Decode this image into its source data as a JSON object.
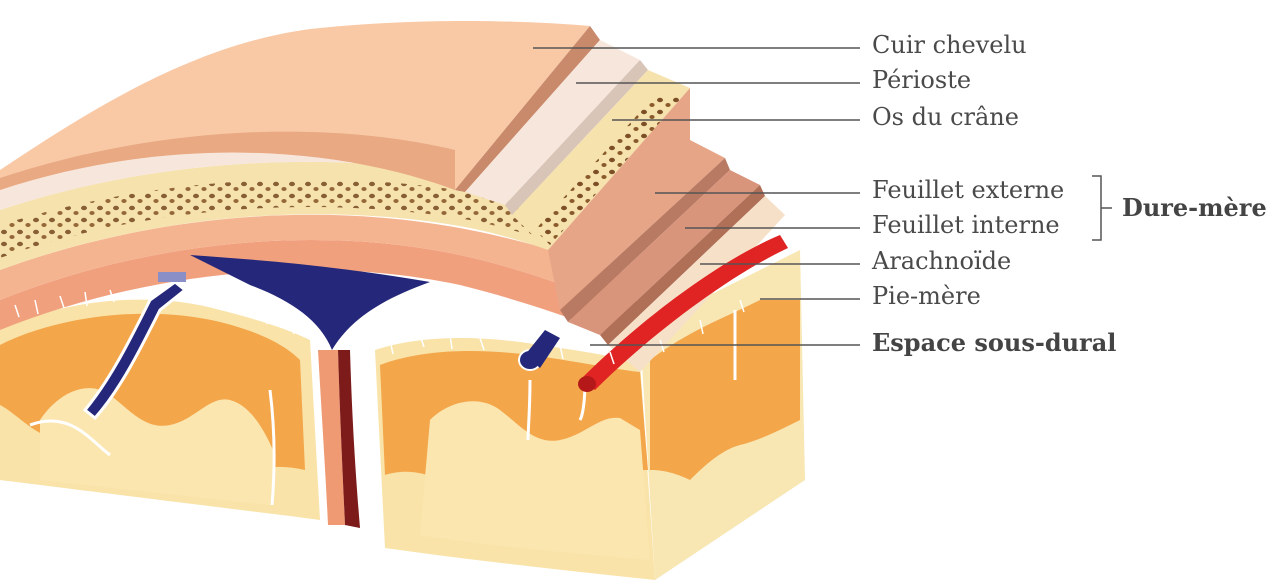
{
  "labels": [
    {
      "id": "cuir-chevelu",
      "text": "Cuir chevelu",
      "bold": false
    },
    {
      "id": "perioste",
      "text": "Périoste",
      "bold": false
    },
    {
      "id": "os-du-crane",
      "text": "Os du crâne",
      "bold": false
    },
    {
      "id": "feuillet-externe",
      "text": "Feuillet externe",
      "bold": false
    },
    {
      "id": "feuillet-interne",
      "text": "Feuillet interne",
      "bold": false
    },
    {
      "id": "arachnoide",
      "text": "Arachnoïde",
      "bold": false
    },
    {
      "id": "pie-mere",
      "text": "Pie-mère",
      "bold": false
    },
    {
      "id": "espace-sous-dural",
      "text": "Espace sous-dural",
      "bold": true
    }
  ],
  "group": {
    "text": "Dure-mère",
    "members": [
      "Feuillet externe",
      "Feuillet interne"
    ]
  },
  "colors": {
    "scalp": "#f9c9a6",
    "scalp_edge": "#c98a6b",
    "periosteum": "#f7e6dc",
    "bone": "#f6e2ad",
    "bone_pores": "#8a5a2b",
    "dura_outer": "#e7a588",
    "dura_inner": "#d9957b",
    "arachnoid": "#f1a07e",
    "brain_gray": "#f3a64a",
    "brain_white": "#fbe6b0",
    "vein": "#25287a",
    "artery": "#e02323",
    "leader": "#555555"
  }
}
